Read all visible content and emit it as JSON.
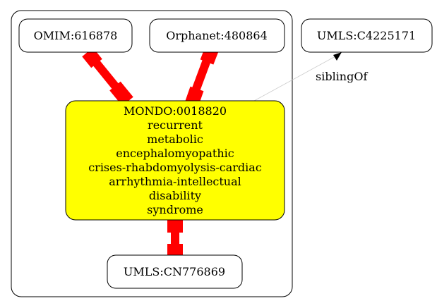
{
  "colors": {
    "background": "#ffffff",
    "node_fill": "#ffffff",
    "focus_fill": "#ffff00",
    "stroke": "#000000",
    "strong_edge": "#ff0000",
    "weak_edge": "#cccccc"
  },
  "nodes": {
    "omim": {
      "label": "OMIM:616878"
    },
    "orphanet": {
      "label": "Orphanet:480864"
    },
    "umls_c": {
      "label": "UMLS:C4225171"
    },
    "umls_cn": {
      "label": "UMLS:CN776869"
    },
    "mondo": {
      "lines": [
        "MONDO:0018820",
        "recurrent",
        "metabolic",
        "encephalomyopathic",
        "crises-rhabdomyolysis-cardiac",
        "arrhythmia-intellectual",
        "disability",
        "syndrome"
      ]
    }
  },
  "edges": {
    "sibling_label": "siblingOf"
  }
}
